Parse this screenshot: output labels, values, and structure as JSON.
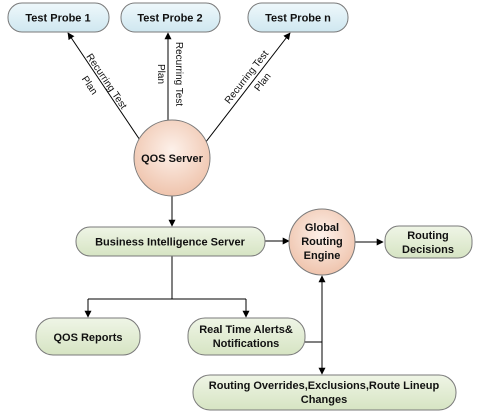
{
  "diagram": {
    "nodes": {
      "probe1": "Test Probe 1",
      "probe2": "Test Probe 2",
      "proben": "Test Probe n",
      "qos_server": "QOS Server",
      "bi_server": "Business Intelligence Server",
      "gre_line1": "Global",
      "gre_line2": "Routing",
      "gre_line3": "Engine",
      "routing_decisions_line1": "Routing",
      "routing_decisions_line2": "Decisions",
      "qos_reports": "QOS Reports",
      "alerts_line1": "Real Time Alerts&",
      "alerts_line2": "Notifications",
      "overrides_line1": "Routing Overrides,Exclusions,Route Lineup",
      "overrides_line2": "Changes"
    },
    "edges": {
      "rtp1_line1": "Recurring Test",
      "rtp1_line2": "Plan",
      "rtp2_line1": "Recurring Test",
      "rtp2_line2": "Plan",
      "rtpn_line1": "Recurring Test",
      "rtpn_line2": "Plan"
    },
    "colors": {
      "probe_fill": "#d6edf5",
      "process_fill": "#e2ecd2",
      "circle_fill": "#f5d2c0",
      "stroke": "#7a7a7a",
      "line": "#000000"
    }
  }
}
